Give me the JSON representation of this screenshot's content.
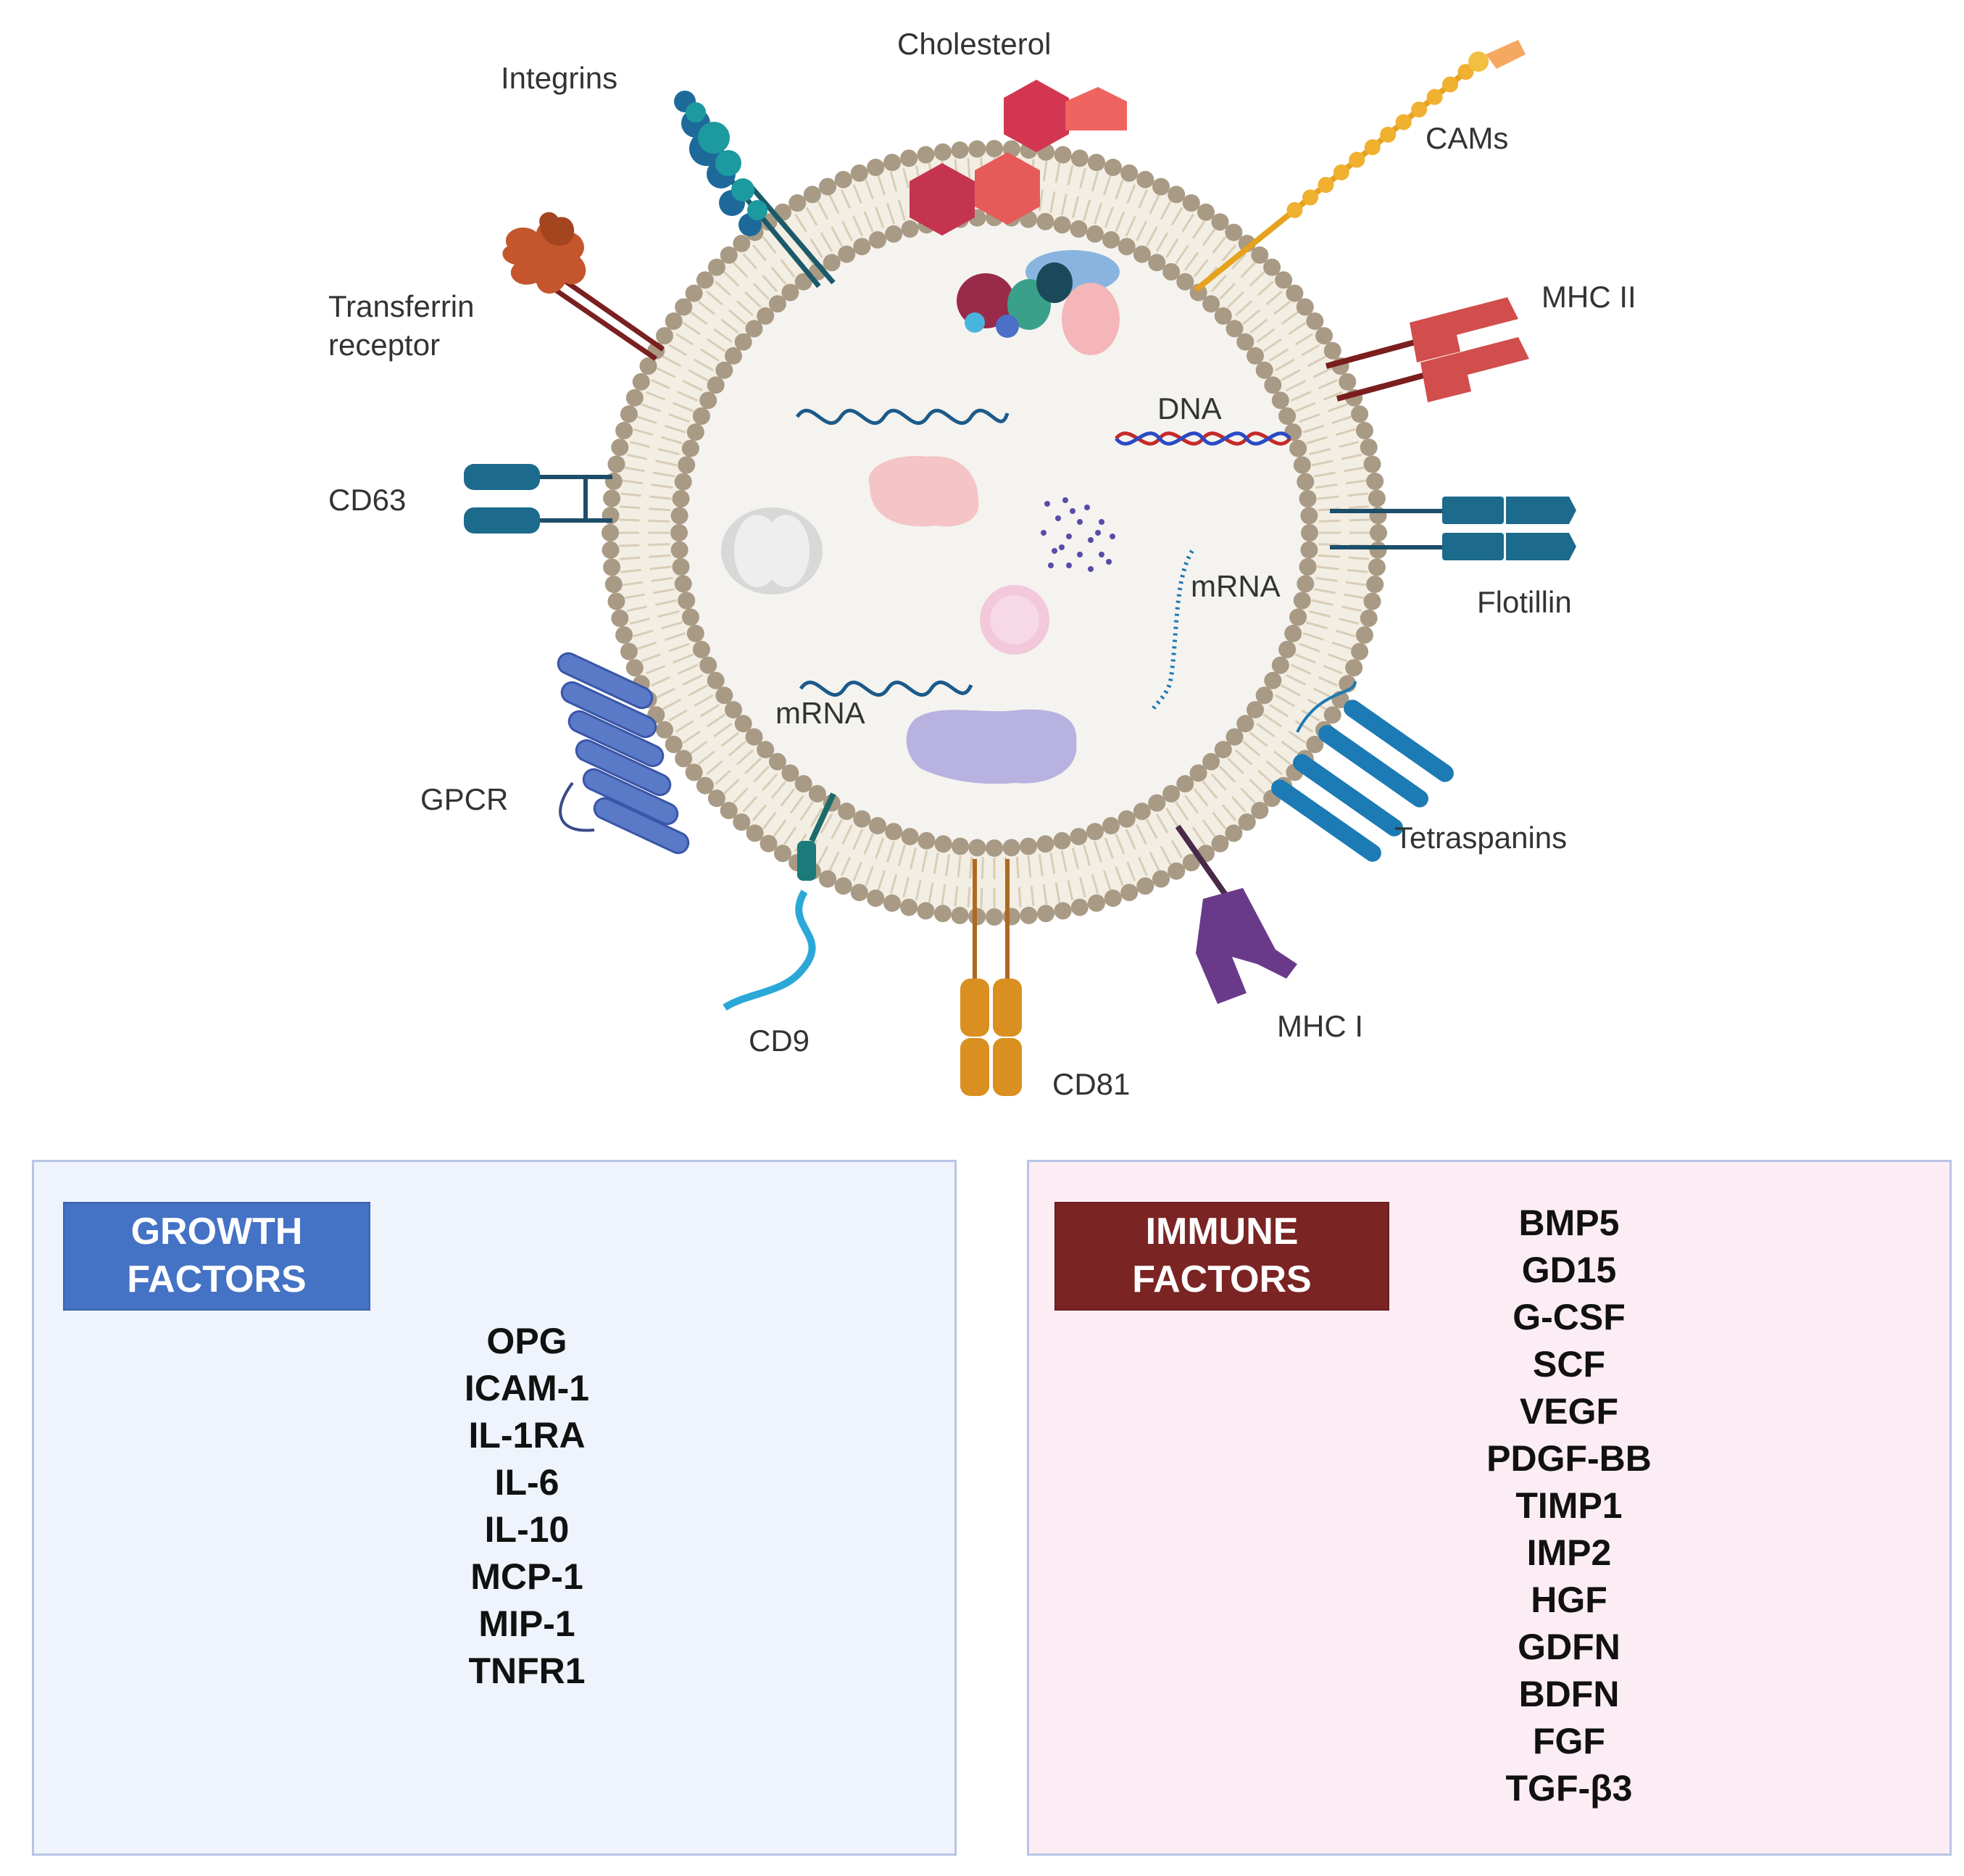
{
  "labels": {
    "integrins": "Integrins",
    "cholesterol": "Cholesterol",
    "cams": "CAMs",
    "transferrin_line1": "Transferrin",
    "transferrin_line2": "receptor",
    "mhc2": "MHC II",
    "dna": "DNA",
    "cd63": "CD63",
    "flotillin": "Flotillin",
    "mrna_right": "mRNA",
    "mrna_left": "mRNA",
    "gpcr": "GPCR",
    "tetraspanins": "Tetraspanins",
    "cd9": "CD9",
    "cd81": "CD81",
    "mhc1": "MHC I"
  },
  "growth": {
    "header_line1": "GROWTH",
    "header_line2": "FACTORS",
    "items": [
      "OPG",
      "ICAM-1",
      "IL-1RA",
      "IL-6",
      "IL-10",
      "MCP-1",
      "MIP-1",
      "TNFR1"
    ]
  },
  "immune": {
    "header_line1": "IMMUNE",
    "header_line2": "FACTORS",
    "items": [
      "BMP5",
      "GD15",
      "G-CSF",
      "SCF",
      "VEGF",
      "PDGF-BB",
      "TIMP1",
      "IMP2",
      "HGF",
      "GDFN",
      "BDFN",
      "FGF",
      "TGF-β3"
    ]
  },
  "colors": {
    "membrane_head": "#a89a84",
    "membrane_tail": "#d8cdb6",
    "lumen": "#f5f3ef",
    "growth_header": "#4472c4",
    "immune_header": "#7b2424"
  }
}
